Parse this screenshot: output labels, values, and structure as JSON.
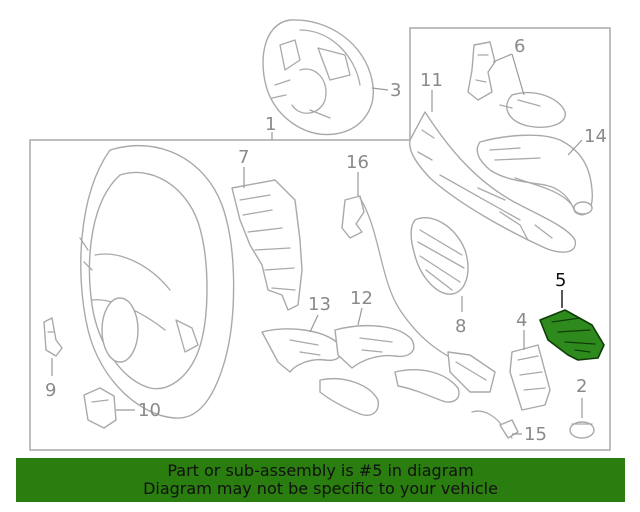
{
  "callouts": {
    "c1": "1",
    "c2": "2",
    "c3": "3",
    "c4": "4",
    "c5": "5",
    "c6": "6",
    "c7": "7",
    "c8": "8",
    "c9": "9",
    "c10": "10",
    "c11": "11",
    "c12": "12",
    "c13": "13",
    "c14": "14",
    "c15": "15",
    "c16": "16"
  },
  "highlight_part": "5",
  "footer": {
    "line1": "Part or sub-assembly is #5 in diagram",
    "line2": "Diagram may not be specific to your vehicle"
  },
  "colors": {
    "highlight_fill": "#2f8a1e",
    "footer_bg": "#2a7d0f",
    "line_gray": "#a9a9a9",
    "text_gray": "#8a8a8a"
  }
}
